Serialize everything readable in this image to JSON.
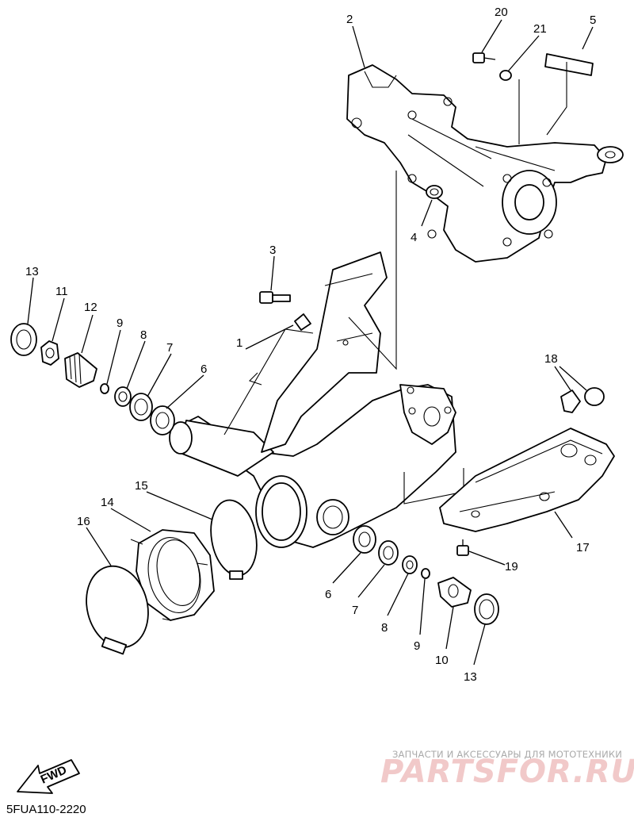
{
  "diagram": {
    "callouts": {
      "c1": "1",
      "c2": "2",
      "c3": "3",
      "c4": "4",
      "c5": "5",
      "c6a": "6",
      "c6b": "6",
      "c7a": "7",
      "c7b": "7",
      "c8a": "8",
      "c8b": "8",
      "c9a": "9",
      "c9b": "9",
      "c10": "10",
      "c11": "11",
      "c12": "12",
      "c13a": "13",
      "c13b": "13",
      "c14": "14",
      "c15": "15",
      "c16": "16",
      "c17": "17",
      "c18": "18",
      "c19": "19",
      "c20": "20",
      "c21": "21"
    },
    "fwd_label": "FWD",
    "diagram_code": "5FUA110-2220"
  },
  "watermark": {
    "caption": "ЗАПЧАСТИ И АКСЕССУАРЫ ДЛЯ МОТОТЕХНИКИ",
    "brand": "PARTSFOR.RU",
    "colors": {
      "caption": "#aaaaaa",
      "brand": "#f1c9c9"
    }
  }
}
